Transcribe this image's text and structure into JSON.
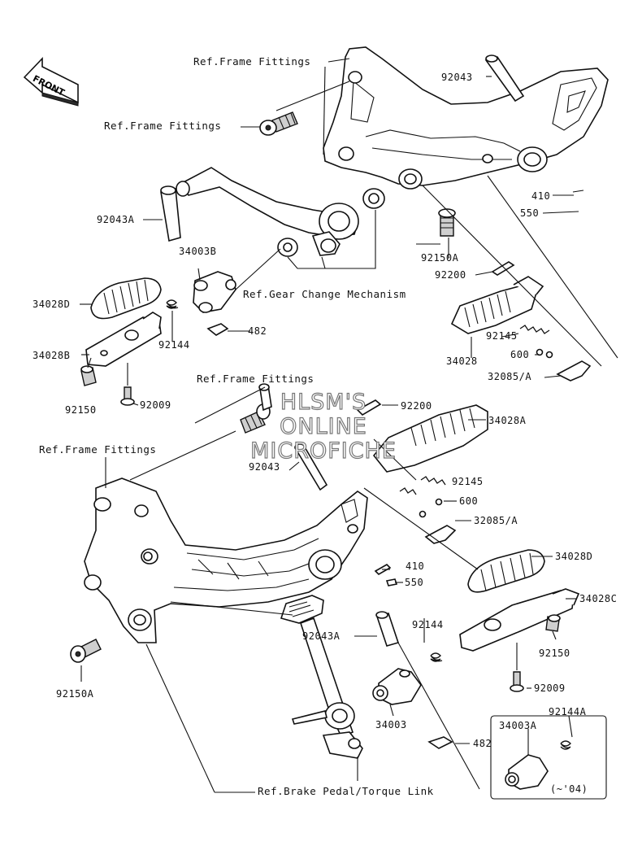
{
  "front_label": "FRONT",
  "watermark": [
    "HLSM'S",
    "ONLINE",
    "MICROFICHE"
  ],
  "references": {
    "frame_fittings_top": "Ref.Frame Fittings",
    "frame_fittings_bolt": "Ref.Frame Fittings",
    "gear_change": "Ref.Gear Change Mechanism",
    "frame_fittings_mid": "Ref.Frame Fittings",
    "frame_fittings_left": "Ref.Frame Fittings",
    "brake_pedal": "Ref.Brake Pedal/Torque Link"
  },
  "parts_upper": {
    "p92043": "92043",
    "p410": "410",
    "p550": "550",
    "p92043A": "92043A",
    "p34003B": "34003B",
    "p92150A": "92150A",
    "p92200": "92200",
    "p34028D": "34028D",
    "p482": "482",
    "p92144": "92144",
    "p92145": "92145",
    "p34028B": "34028B",
    "p600": "600",
    "p34028": "34028",
    "p32085A": "32085/A",
    "p92150": "92150",
    "p92009": "92009"
  },
  "parts_lower": {
    "p92200": "92200",
    "p34028A": "34028A",
    "p92043": "92043",
    "p92145": "92145",
    "p600": "600",
    "p32085A": "32085/A",
    "p34028D": "34028D",
    "p410": "410",
    "p550": "550",
    "p34028C": "34028C",
    "p92043A": "92043A",
    "p92144": "92144",
    "p92150": "92150",
    "p92009": "92009",
    "p92150A": "92150A",
    "p34003": "34003",
    "p482": "482",
    "p34003A": "34003A",
    "p92144A": "92144A",
    "year_note": "(~'04)"
  }
}
